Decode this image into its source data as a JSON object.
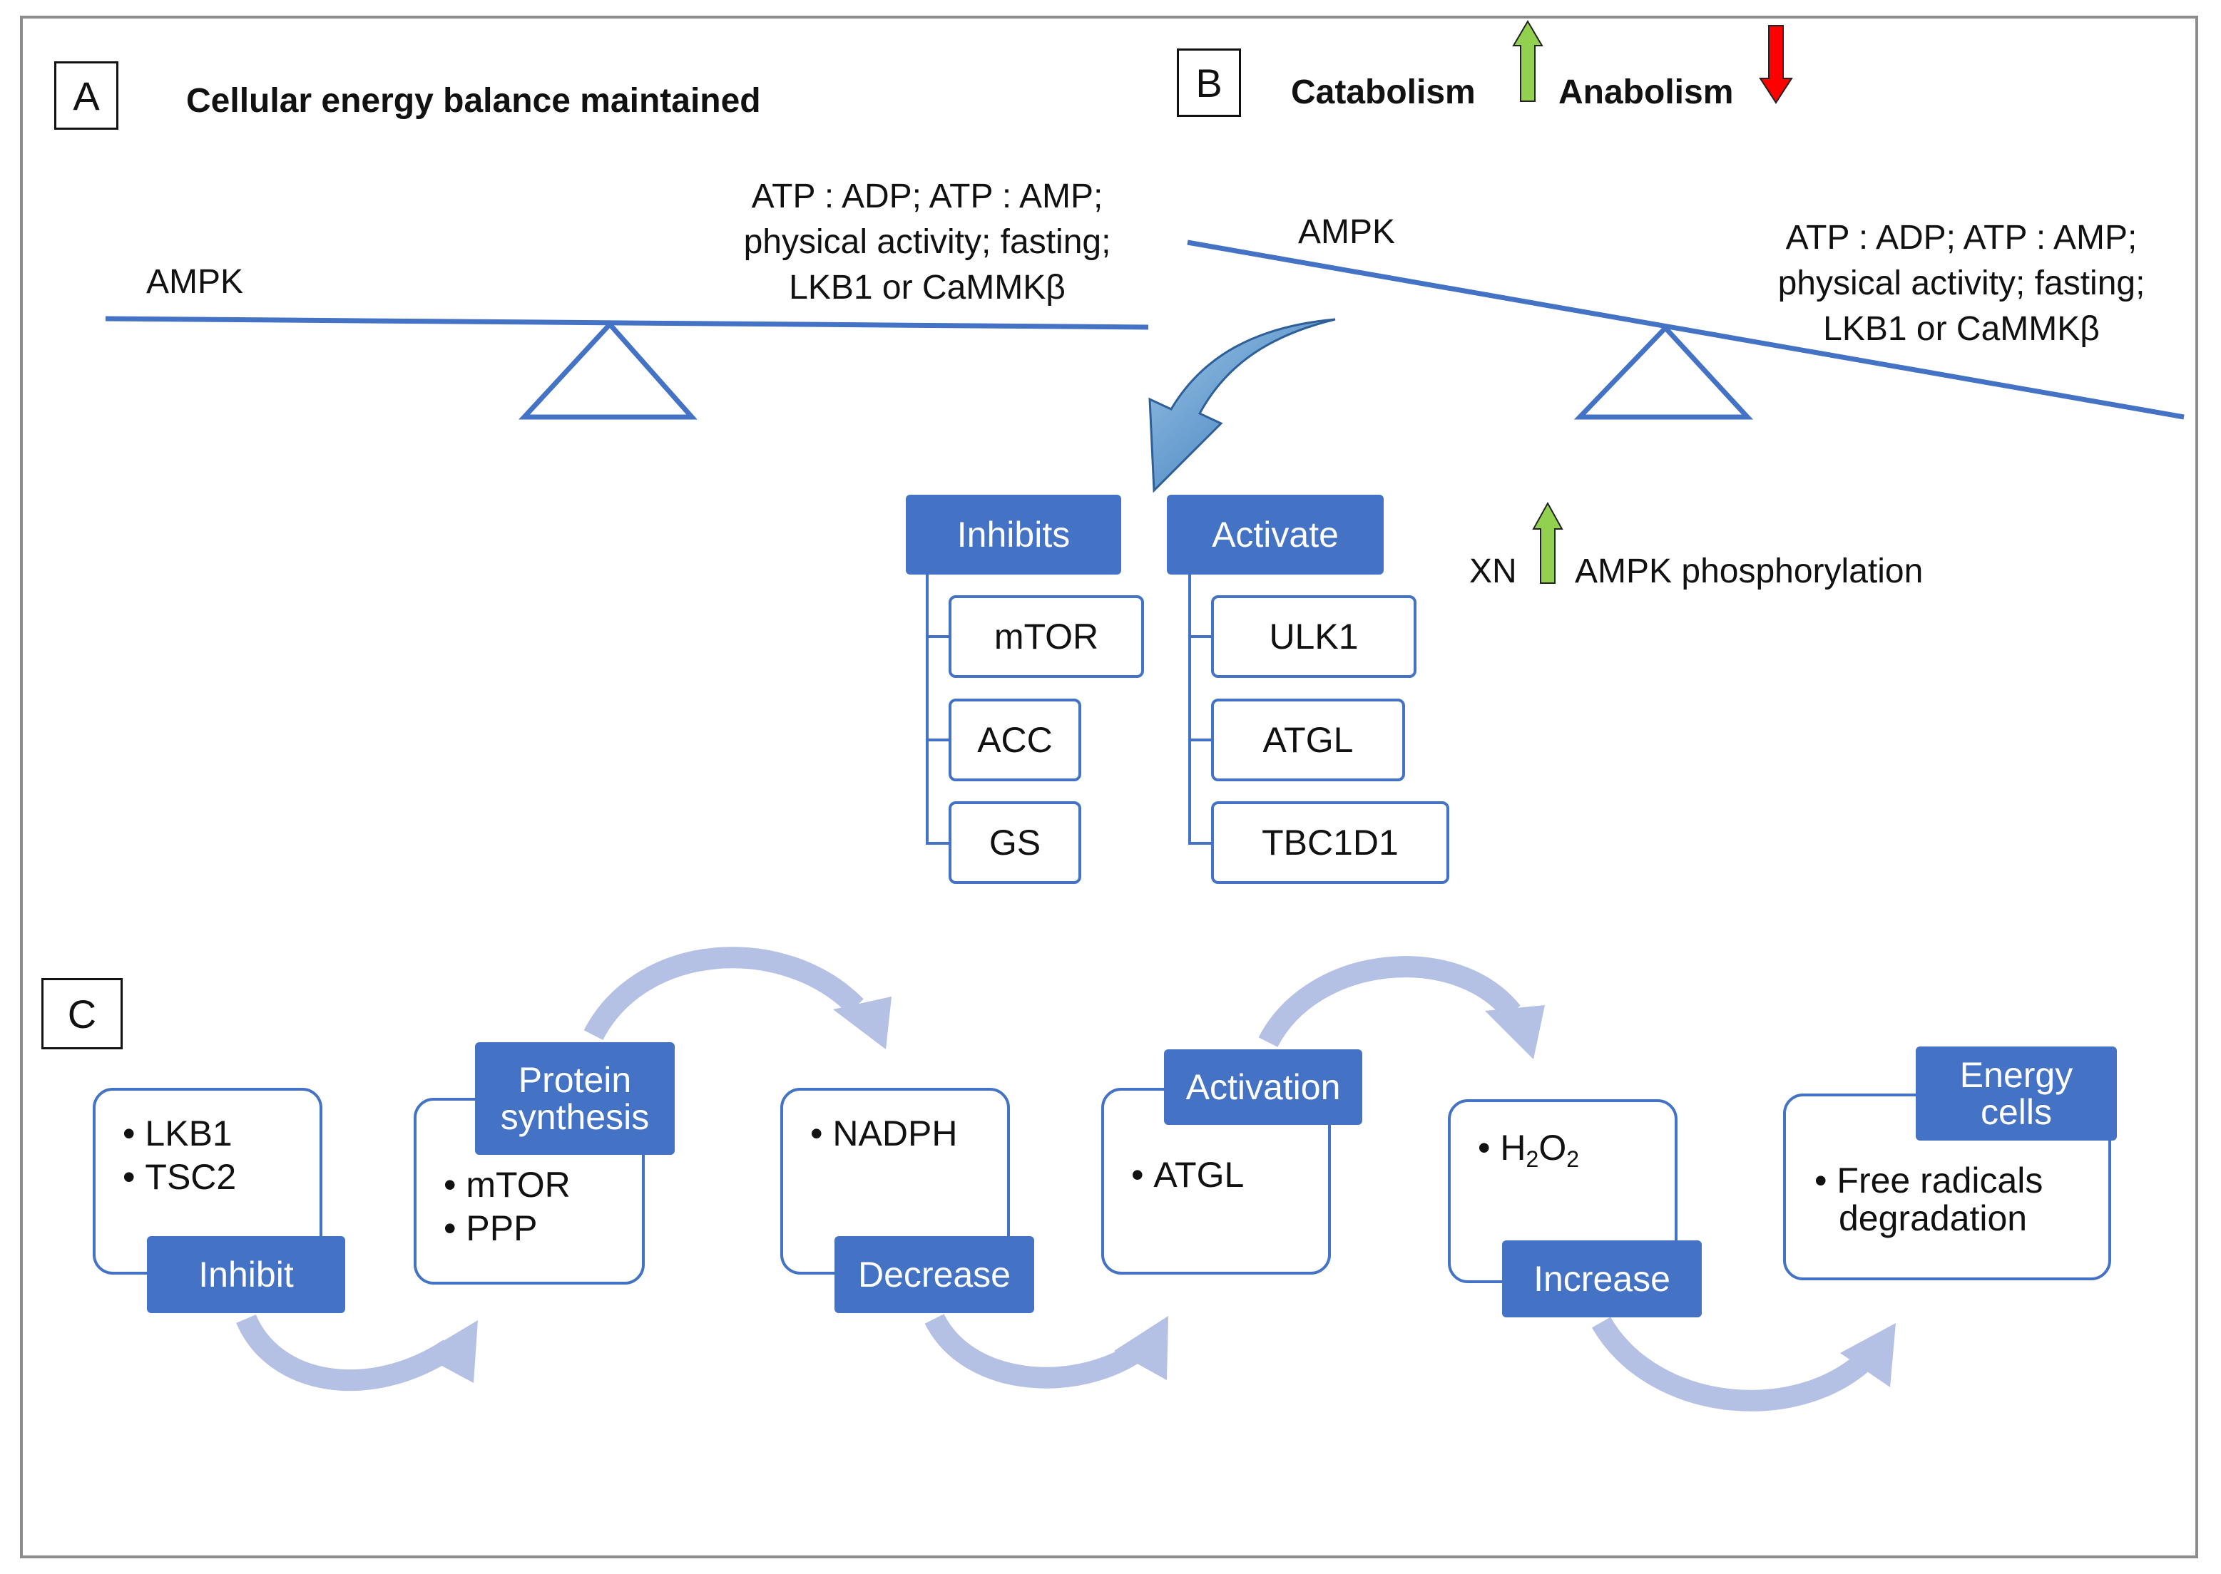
{
  "panel_a": {
    "letter": "A",
    "title": "Cellular energy balance maintained",
    "left_label": "AMPK",
    "right_label_lines": [
      "ATP : ADP; ATP : AMP;",
      "physical activity; fasting;",
      "LKB1 or CaMMKβ"
    ]
  },
  "panel_b": {
    "letter": "B",
    "catabolism": "Catabolism",
    "anabolism": "Anabolism",
    "left_label": "AMPK",
    "right_label_lines": [
      "ATP : ADP; ATP : AMP;",
      "physical activity; fasting;",
      "LKB1 or CaMMKβ"
    ],
    "xn_label": "XN",
    "xn_effect": "AMPK phosphorylation",
    "colors": {
      "up_arrow": "#92d050",
      "down_arrow": "#ff0000",
      "accent": "#4472c4"
    }
  },
  "hierarchy": {
    "inhibits": {
      "label": "Inhibits",
      "items": [
        "mTOR",
        "ACC",
        "GS"
      ]
    },
    "activate": {
      "label": "Activate",
      "items": [
        "ULK1",
        "ATGL",
        "TBC1D1"
      ]
    }
  },
  "panel_c": {
    "letter": "C",
    "steps": [
      {
        "header": "Inhibit",
        "bullets": [
          "LKB1",
          "TSC2"
        ]
      },
      {
        "header": "Protein synthesis",
        "bullets": [
          "mTOR",
          "PPP"
        ]
      },
      {
        "header": "Decrease",
        "bullets": [
          "NADPH"
        ]
      },
      {
        "header": "Activation",
        "bullets": [
          "ATGL"
        ]
      },
      {
        "header": "Increase",
        "bullets": [
          "H2O2"
        ]
      },
      {
        "header": "Energy cells",
        "bullets": [
          "Free radicals degradation"
        ]
      }
    ]
  }
}
